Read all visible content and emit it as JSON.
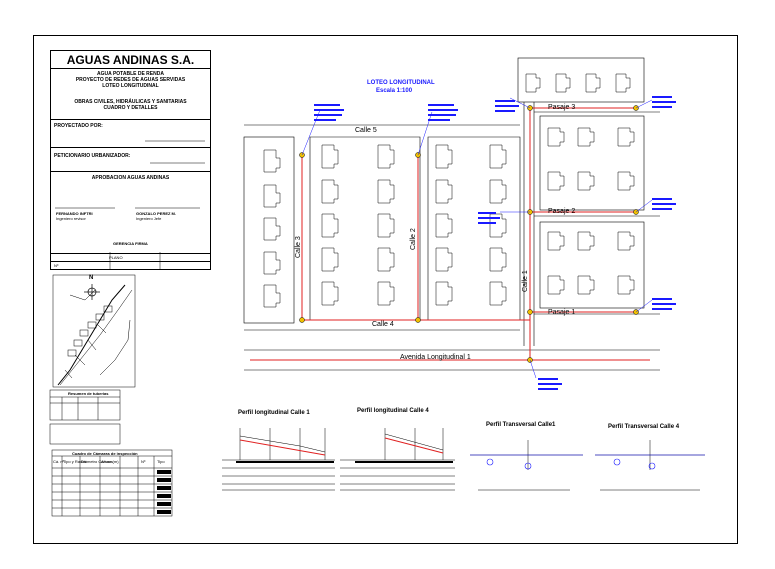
{
  "title_block": {
    "company": "AGUAS ANDINAS S.A.",
    "line1": "AGUA POTABLE DE RENDA",
    "line2": "PROYECTO DE REDES DE AGUAS SERVIDAS",
    "line3": "LOTEO LONGITUDINAL",
    "line4": "OBRAS CIVILES, HIDRÁULICAS Y SANITARIAS",
    "line5": "CUADRO Y DETALLES",
    "proyectado_por": "PROYECTADO POR:",
    "peticionario": "PETICIONARIO URBANIZADOR:",
    "aprobacion": "APROBACION AGUAS ANDINAS",
    "signer1_name": "FERNANDO INFTRI",
    "signer1_role": "Ingeniero revisor",
    "signer2_name": "GONZALO PEREZ M.",
    "signer2_role": "Ingeniero Jefe",
    "firma": "GERENCIA FIRMA",
    "sheet_label": "Nº",
    "scale_label": "PLANO"
  },
  "plan": {
    "caption_title": "LOTEO LONGITUDINAL",
    "caption_scale": "Escala 1:100",
    "streets": {
      "calle5": "Calle 5",
      "calle3": "Calle 3",
      "calle2": "Calle 2",
      "calle4": "Calle 4",
      "calle1": "Calle 1",
      "pasaje3": "Pasaje 3",
      "pasaje2": "Pasaje 2",
      "pasaje1": "Pasaje 1",
      "avenida": "Avenida Longitudinal 1"
    }
  },
  "profiles": {
    "perfil_calle1": "Perfil longitudinal Calle 1",
    "perfil_calle4": "Perfil longitudinal Calle 4",
    "transversal_calle1": "Perfil Transversal Calle1",
    "transversal_calle4": "Perfil Transversal Calle 4"
  },
  "tables": {
    "resumen_title": "Resumen de tuberias",
    "camaras_title": "Cuadro de Cámaras de inspección",
    "camaras_headers": [
      "Cá. nº",
      "Tipo y Radier",
      "Diámetro Cámara",
      "Altura (m)",
      "Nº",
      "Tipo"
    ]
  },
  "north": "N",
  "colors": {
    "pipe": "#e02020",
    "label_blue": "#1a1aff",
    "manhole": "#f0c000",
    "lines": "#000000"
  }
}
